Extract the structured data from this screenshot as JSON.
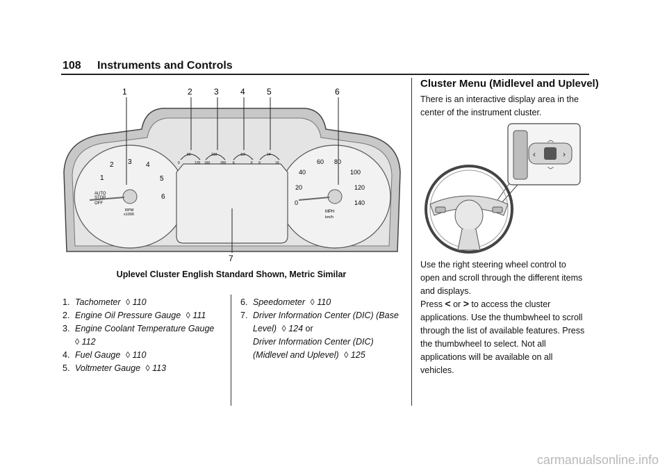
{
  "header": {
    "page_number": "108",
    "title": "Instruments and Controls"
  },
  "figure": {
    "callouts": [
      "1",
      "2",
      "3",
      "4",
      "5",
      "6",
      "7"
    ],
    "tach_ticks": [
      "1",
      "2",
      "3",
      "4",
      "5",
      "6"
    ],
    "auto_stop": [
      "AUTO",
      "STOP",
      "OFF"
    ],
    "rpm_label": [
      "RPM",
      "x1000"
    ],
    "speed_ticks": [
      "0",
      "20",
      "40",
      "60",
      "80",
      "100",
      "120",
      "140"
    ],
    "speed_units": [
      "MPH",
      "km/h"
    ],
    "gauges": {
      "oil": [
        "60",
        "0",
        "120"
      ],
      "coolant": [
        "210",
        "160",
        "260"
      ],
      "fuel": [
        "1/2",
        "E",
        "F"
      ],
      "volt": [
        "14",
        "9",
        "19"
      ]
    },
    "caption": "Uplevel Cluster English Standard Shown, Metric Similar"
  },
  "list": {
    "col1": [
      {
        "num": "1.",
        "text": "Tachometer",
        "ref": "110"
      },
      {
        "num": "2.",
        "text": "Engine Oil Pressure Gauge",
        "ref": "111"
      },
      {
        "num": "3.",
        "text": "Engine Coolant Temperature Gauge",
        "ref": "112"
      },
      {
        "num": "4.",
        "text": "Fuel Gauge",
        "ref": "110"
      },
      {
        "num": "5.",
        "text": "Voltmeter Gauge",
        "ref": "113"
      }
    ],
    "col2": [
      {
        "num": "6.",
        "text": "Speedometer",
        "ref": "110"
      },
      {
        "num": "7.",
        "text": "Driver Information Center (DIC) (Base Level)",
        "ref": "124",
        "connector": "or",
        "text2": "Driver Information Center (DIC) (Midlevel and Uplevel)",
        "ref2": "125"
      }
    ]
  },
  "right": {
    "title": "Cluster Menu (Midlevel and Uplevel)",
    "p1": "There is an interactive display area in the center of the instrument cluster.",
    "p2": "Use the right steering wheel control to open and scroll through the different items and displays.",
    "p3_a": "Press",
    "p3_or": "or",
    "p3_b": "to access the cluster applications. Use the thumbwheel to scroll through the list of available features. Press the thumbwheel to select. Not all applications will be available on all vehicles."
  },
  "footer": {
    "watermark": "carmanualsonline.info"
  }
}
